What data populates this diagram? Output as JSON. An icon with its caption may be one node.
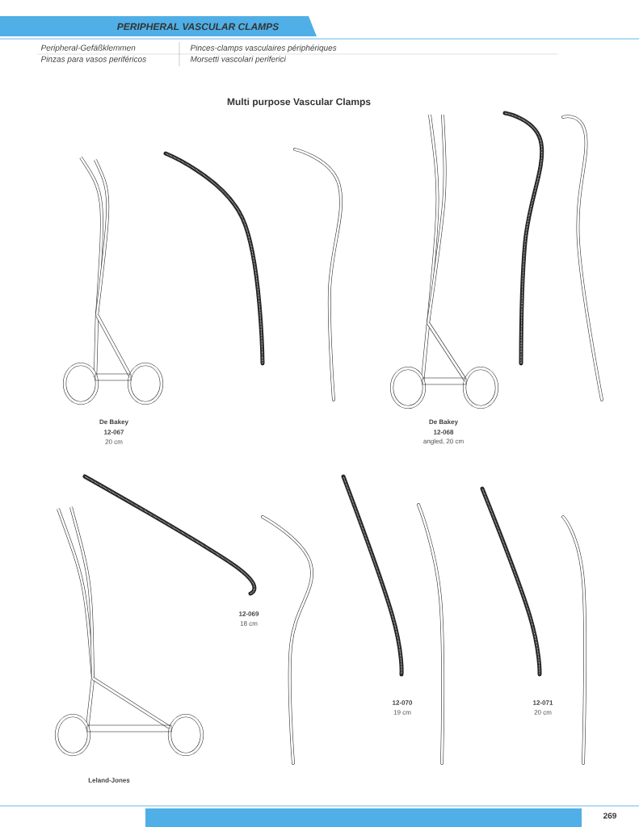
{
  "diagram": {
    "title": "PERIPHERAL VASCULAR CLAMPS",
    "labels": [
      "Peripheral-Gefäßklemmen",
      "Pinces-clamps vasculaires périphériques",
      "Pinzas para vasos periféricos",
      "Morsetti vascolari periferici",
      "Multi purpose Vascular Clamps",
      "De Bakey",
      "12-067",
      "20 cm",
      "De Bakey",
      "12-068",
      "angled, 20 cm",
      "12-069",
      "18 cm",
      "12-070",
      "19 cm",
      "12-071",
      "20 cm",
      "Leland-Jones",
      "269"
    ]
  }
}
